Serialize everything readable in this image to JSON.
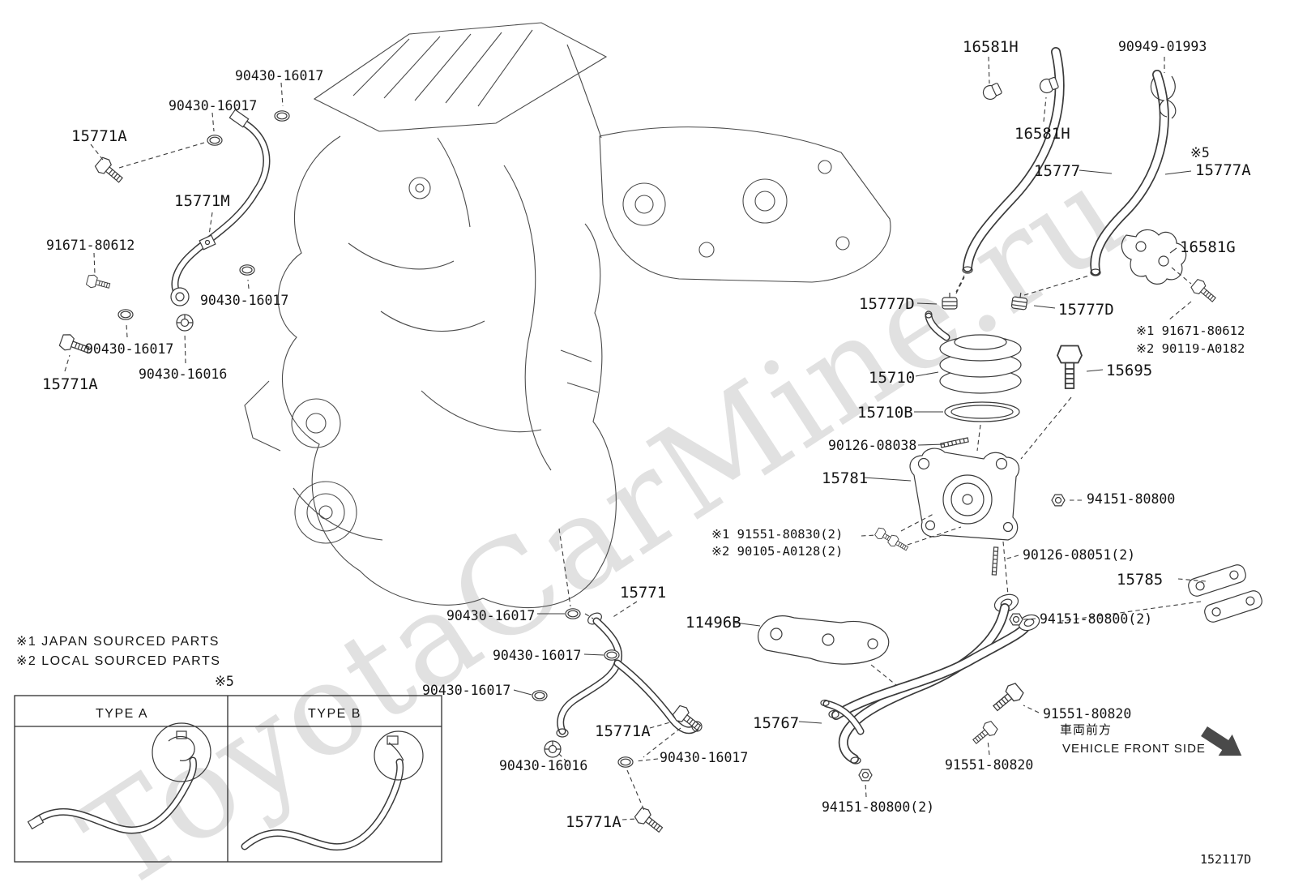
{
  "diagram": {
    "drawing_number": "152117D",
    "watermark": "ToyotaCarMine.ru",
    "colors": {
      "background": "#ffffff",
      "line": "#3a3a3a",
      "label": "#141414",
      "watermark": "#b9b9b9"
    },
    "legend": {
      "note1": "※1 JAPAN SOURCED PARTS",
      "note2": "※2 LOCAL SOURCED PARTS"
    },
    "inset": {
      "ref": "※5",
      "type_a": "TYPE A",
      "type_b": "TYPE B"
    },
    "orientation": {
      "jp": "車両前方",
      "en": "VEHICLE FRONT SIDE"
    },
    "labels": {
      "a1": "90430-16017",
      "a2": "90430-16017",
      "a3": "15771A",
      "a4": "15771M",
      "a5": "91671-80612",
      "a6": "90430-16017",
      "a7": "90430-16017",
      "a8": "15771A",
      "a9": "90430-16016",
      "b1": "16581H",
      "b2": "90949-01993",
      "b3": "16581H",
      "b4": "15777",
      "b5": "※5",
      "b6": "15777A",
      "b7": "16581G",
      "b8": "15777D",
      "b9": "15777D",
      "b10": "※1 91671-80612",
      "b11": "※2 90119-A0182",
      "c1": "15710",
      "c2": "15695",
      "c3": "15710B",
      "c4": "90126-08038",
      "c5": "15781",
      "c6": "94151-80800",
      "c7": "※1 91551-80830(2)",
      "c8": "※2 90105-A0128(2)",
      "c9": "90126-08051(2)",
      "c10": "15785",
      "d1": "15771",
      "d2": "90430-16017",
      "d3": "94151-80800(2)",
      "d4": "11496B",
      "d5": "90430-16017",
      "d6": "90430-16017",
      "d7": "15767",
      "d8": "15771A",
      "d9": "91551-80820",
      "d10": "90430-16016",
      "d11": "90430-16017",
      "d12": "15771A",
      "d13": "94151-80800(2)",
      "d14": "91551-80820"
    }
  }
}
